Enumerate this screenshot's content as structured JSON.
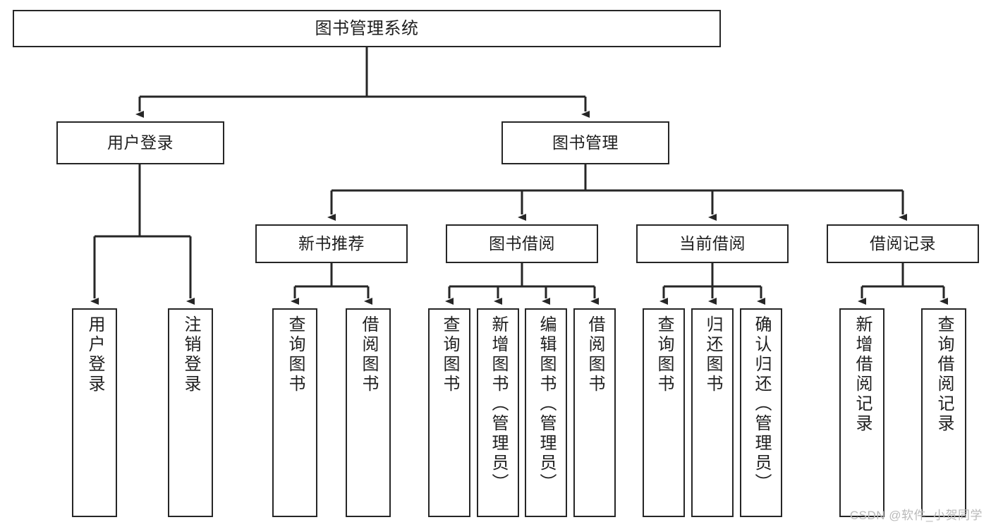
{
  "diagram": {
    "type": "tree",
    "title": "图书管理系统",
    "watermark": "CSDN @软件_小贺同学",
    "colors": {
      "box_border": "#262626",
      "box_fill": "#ffffff",
      "connector": "#262626",
      "text": "#1f1f1f",
      "watermark": "#b9b9b9"
    },
    "nodes": {
      "root": {
        "label": "图书管理系统"
      },
      "level1": [
        {
          "id": "user-login",
          "label": "用户登录"
        },
        {
          "id": "book-management",
          "label": "图书管理"
        }
      ],
      "level2": [
        {
          "id": "new-book-recommend",
          "label": "新书推荐"
        },
        {
          "id": "book-borrow",
          "label": "图书借阅"
        },
        {
          "id": "current-borrow",
          "label": "当前借阅"
        },
        {
          "id": "borrow-record",
          "label": "借阅记录"
        }
      ],
      "leaves": {
        "user-login": [
          {
            "id": "leaf-user-login",
            "label": "用户登录"
          },
          {
            "id": "leaf-logout",
            "label": "注销登录"
          }
        ],
        "new-book-recommend": [
          {
            "id": "leaf-query-book-1",
            "label": "查询图书"
          },
          {
            "id": "leaf-borrow-book-1",
            "label": "借阅图书"
          }
        ],
        "book-borrow": [
          {
            "id": "leaf-query-book-2",
            "label": "查询图书"
          },
          {
            "id": "leaf-add-book",
            "label": "新增图书（管理员）"
          },
          {
            "id": "leaf-edit-book",
            "label": "编辑图书（管理员）"
          },
          {
            "id": "leaf-borrow-book-2",
            "label": "借阅图书"
          }
        ],
        "current-borrow": [
          {
            "id": "leaf-query-book-3",
            "label": "查询图书"
          },
          {
            "id": "leaf-return-book",
            "label": "归还图书"
          },
          {
            "id": "leaf-confirm-return",
            "label": "确认归还（管理员）"
          }
        ],
        "borrow-record": [
          {
            "id": "leaf-add-record",
            "label": "新增借阅记录"
          },
          {
            "id": "leaf-query-record",
            "label": "查询借阅记录"
          }
        ]
      }
    }
  }
}
